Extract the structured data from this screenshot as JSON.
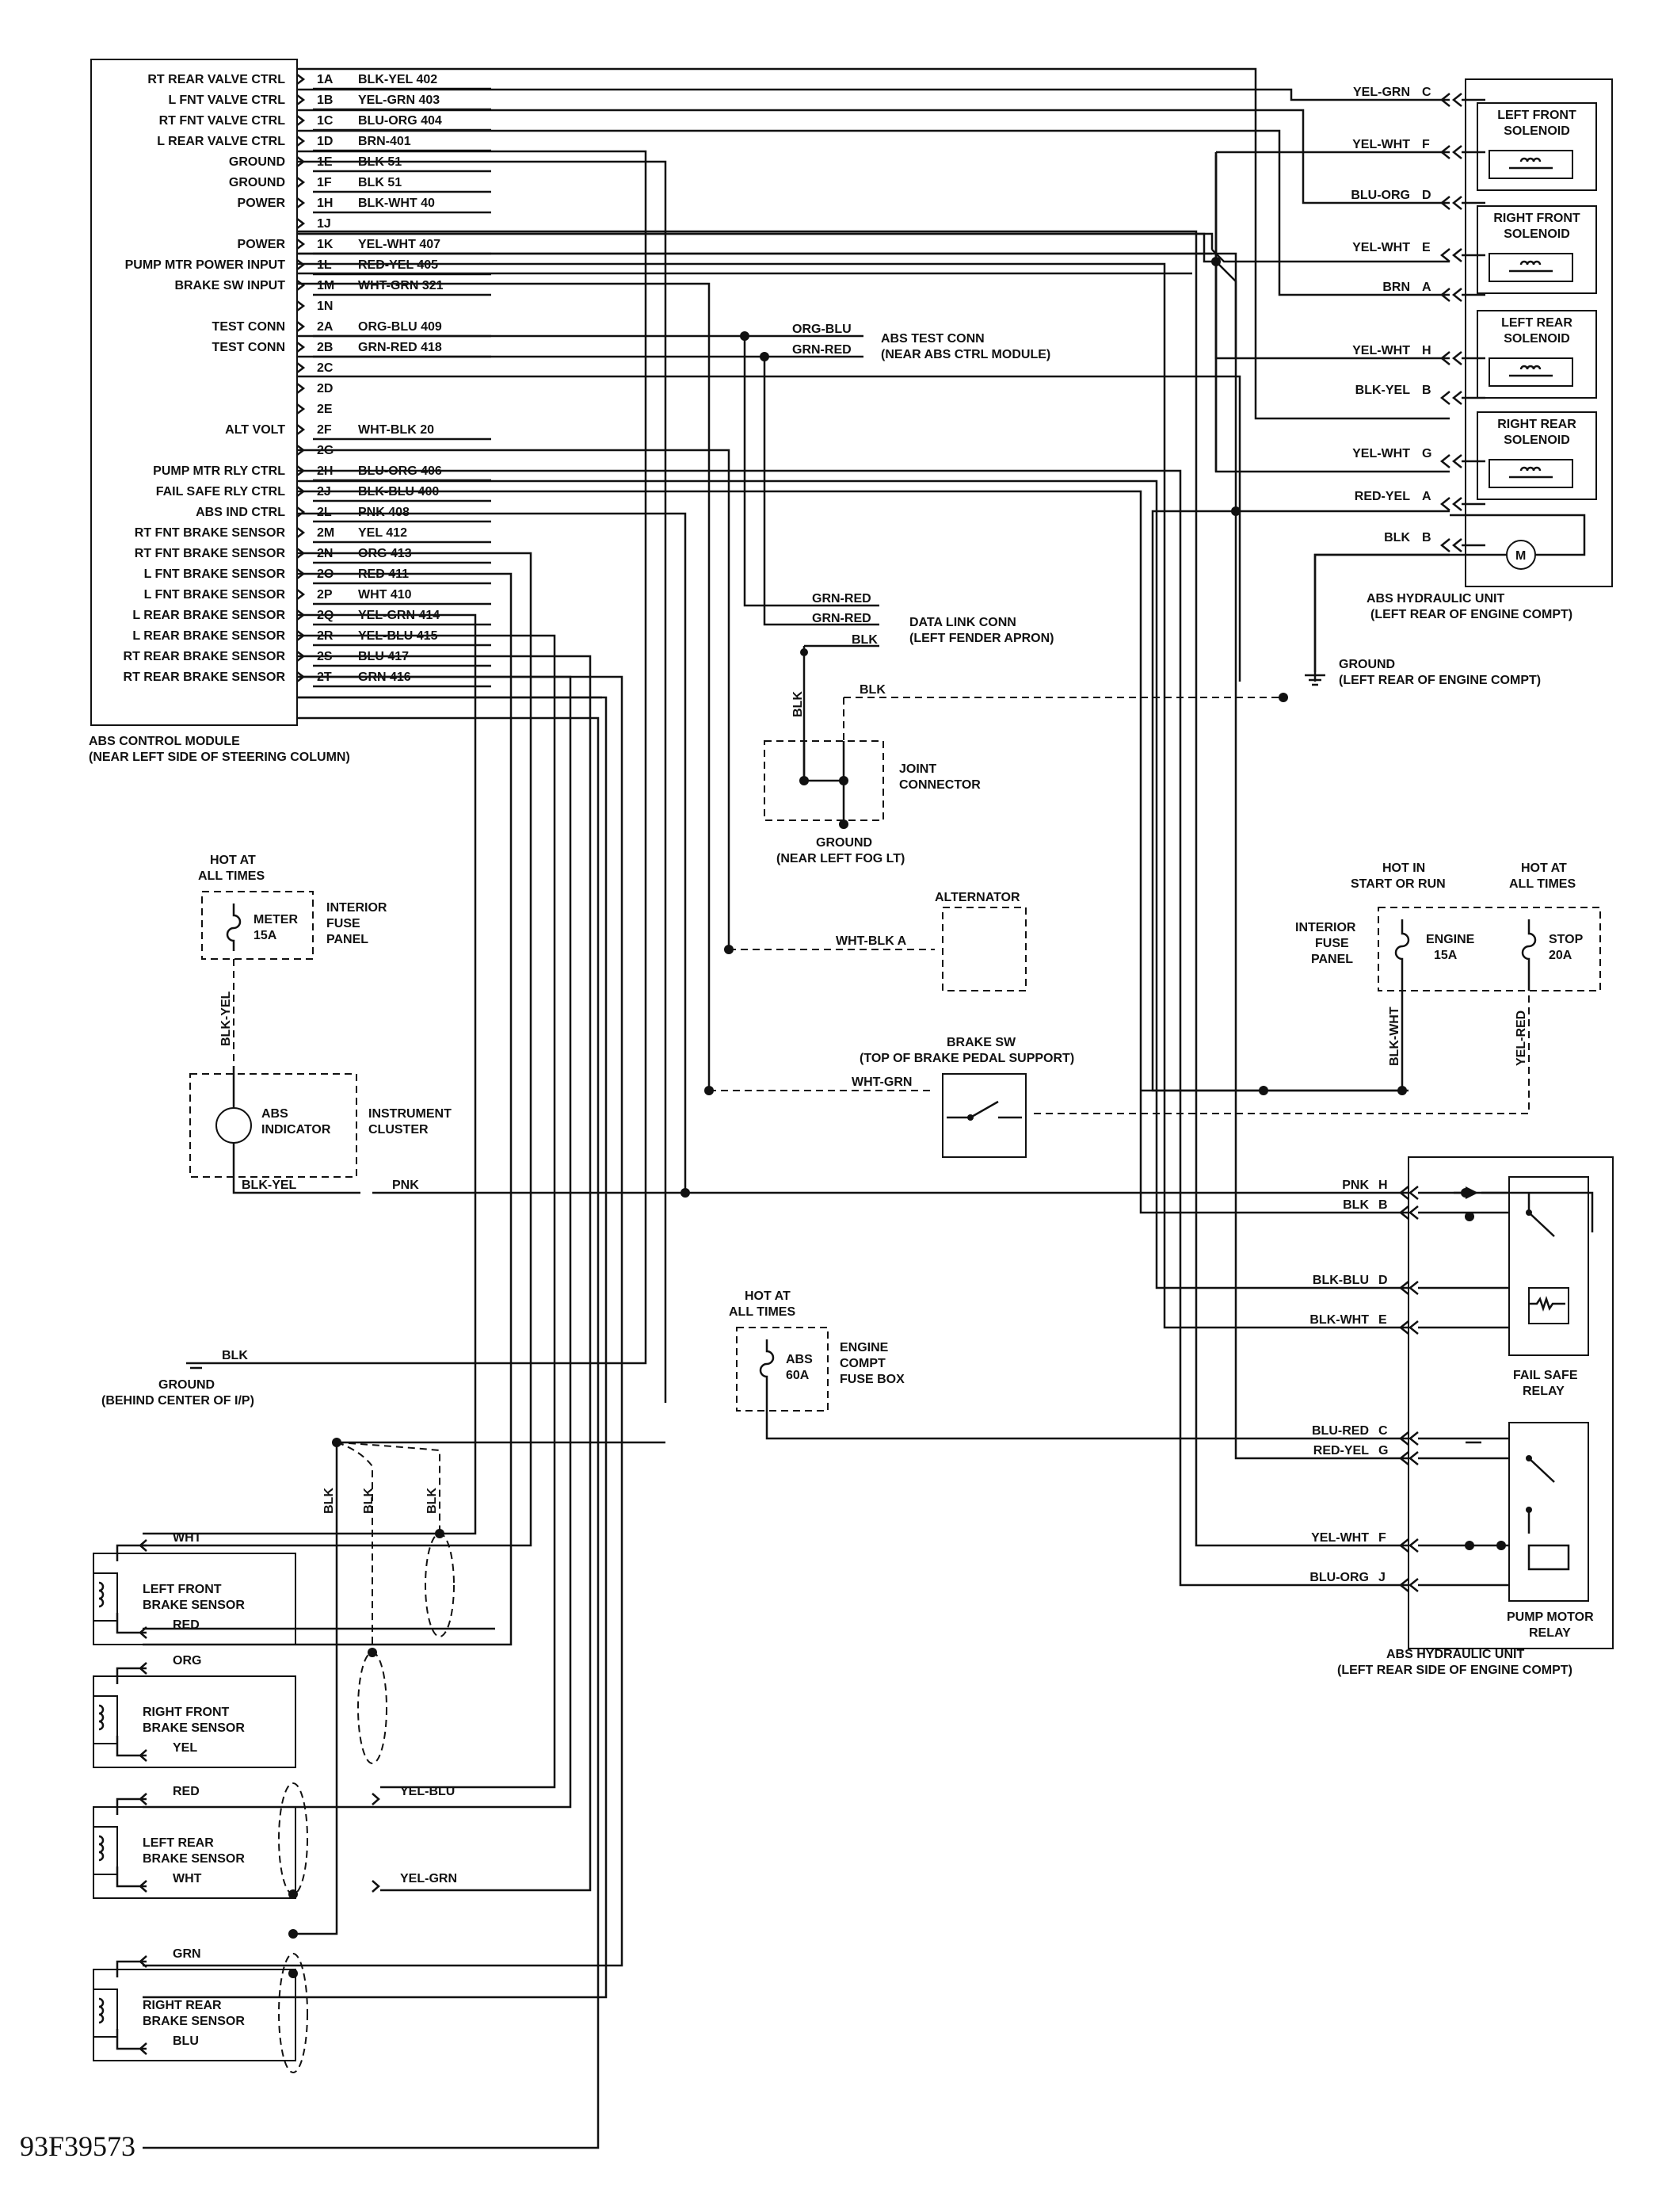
{
  "module": {
    "name": "ABS CONTROL MODULE",
    "location": "(NEAR LEFT SIDE OF STEERING COLUMN)",
    "pins": [
      {
        "pin": "1A",
        "func": "RT REAR VALVE CTRL",
        "wire": "BLK-YEL 402"
      },
      {
        "pin": "1B",
        "func": "L FNT VALVE CTRL",
        "wire": "YEL-GRN 403"
      },
      {
        "pin": "1C",
        "func": "RT FNT VALVE CTRL",
        "wire": "BLU-ORG 404"
      },
      {
        "pin": "1D",
        "func": "L REAR VALVE CTRL",
        "wire": "BRN-401"
      },
      {
        "pin": "1E",
        "func": "GROUND",
        "wire": "BLK 51"
      },
      {
        "pin": "1F",
        "func": "GROUND",
        "wire": "BLK 51"
      },
      {
        "pin": "1H",
        "func": "POWER",
        "wire": "BLK-WHT 40"
      },
      {
        "pin": "1J",
        "func": "",
        "wire": ""
      },
      {
        "pin": "1K",
        "func": "POWER",
        "wire": "YEL-WHT 407"
      },
      {
        "pin": "1L",
        "func": "PUMP MTR POWER INPUT",
        "wire": "RED-YEL 405"
      },
      {
        "pin": "1M",
        "func": "BRAKE SW INPUT",
        "wire": "WHT-GRN 321"
      },
      {
        "pin": "1N",
        "func": "",
        "wire": ""
      },
      {
        "pin": "2A",
        "func": "TEST CONN",
        "wire": "ORG-BLU 409"
      },
      {
        "pin": "2B",
        "func": "TEST CONN",
        "wire": "GRN-RED 418"
      },
      {
        "pin": "2C",
        "func": "",
        "wire": ""
      },
      {
        "pin": "2D",
        "func": "",
        "wire": ""
      },
      {
        "pin": "2E",
        "func": "",
        "wire": ""
      },
      {
        "pin": "2F",
        "func": "ALT VOLT",
        "wire": "WHT-BLK 20"
      },
      {
        "pin": "2G",
        "func": "",
        "wire": ""
      },
      {
        "pin": "2H",
        "func": "PUMP MTR RLY CTRL",
        "wire": "BLU-ORG 406"
      },
      {
        "pin": "2J",
        "func": "FAIL SAFE RLY CTRL",
        "wire": "BLK-BLU 400"
      },
      {
        "pin": "2L",
        "func": "ABS IND CTRL",
        "wire": "PNK 408"
      },
      {
        "pin": "2M",
        "func": "RT FNT BRAKE SENSOR",
        "wire": "YEL 412"
      },
      {
        "pin": "2N",
        "func": "RT FNT BRAKE SENSOR",
        "wire": "ORG 413"
      },
      {
        "pin": "2O",
        "func": "L FNT BRAKE SENSOR",
        "wire": "RED 411"
      },
      {
        "pin": "2P",
        "func": "L FNT BRAKE SENSOR",
        "wire": "WHT 410"
      },
      {
        "pin": "2Q",
        "func": "L REAR BRAKE SENSOR",
        "wire": "YEL-GRN 414"
      },
      {
        "pin": "2R",
        "func": "L REAR BRAKE SENSOR",
        "wire": "YEL-BLU 415"
      },
      {
        "pin": "2S",
        "func": "RT REAR BRAKE SENSOR",
        "wire": "BLU 417"
      },
      {
        "pin": "2T",
        "func": "RT REAR BRAKE SENSOR",
        "wire": "GRN 416"
      }
    ]
  },
  "hydraulic_upper": {
    "name": "ABS HYDRAULIC UNIT",
    "location": "(LEFT REAR OF ENGINE COMPT)",
    "connections": [
      {
        "wire": "YEL-GRN",
        "term": "C"
      },
      {
        "wire": "YEL-WHT",
        "term": "F"
      },
      {
        "wire": "BLU-ORG",
        "term": "D"
      },
      {
        "wire": "YEL-WHT",
        "term": "E"
      },
      {
        "wire": "BRN",
        "term": "A"
      },
      {
        "wire": "YEL-WHT",
        "term": "H"
      },
      {
        "wire": "BLK-YEL",
        "term": "B"
      },
      {
        "wire": "YEL-WHT",
        "term": "G"
      },
      {
        "wire": "RED-YEL",
        "term": "A"
      },
      {
        "wire": "BLK",
        "term": "B"
      }
    ],
    "solenoids": [
      {
        "line1": "LEFT FRONT",
        "line2": "SOLENOID"
      },
      {
        "line1": "RIGHT FRONT",
        "line2": "SOLENOID"
      },
      {
        "line1": "LEFT REAR",
        "line2": "SOLENOID"
      },
      {
        "line1": "RIGHT REAR",
        "line2": "SOLENOID"
      }
    ],
    "motor": "M"
  },
  "ground_engine": {
    "name": "GROUND",
    "location": "(LEFT REAR OF ENGINE COMPT)"
  },
  "test_conn": {
    "name": "ABS TEST CONN",
    "location": "(NEAR ABS CTRL MODULE)",
    "wires": [
      "ORG-BLU",
      "GRN-RED"
    ]
  },
  "data_link": {
    "name": "DATA LINK CONN",
    "location": "(LEFT FENDER APRON)",
    "wires": [
      "GRN-RED",
      "GRN-RED",
      "BLK"
    ]
  },
  "joint": {
    "name1": "JOINT",
    "name2": "CONNECTOR",
    "wire_left": "BLK",
    "wire_right": "BLK",
    "ground": "GROUND",
    "ground_location": "(NEAR LEFT FOG LT)"
  },
  "alternator": {
    "name": "ALTERNATOR",
    "wire": "WHT-BLK A"
  },
  "meter_fuse": {
    "hot1": "HOT AT",
    "hot2": "ALL TIMES",
    "fuse1": "METER",
    "fuse2": "15A",
    "panel1": "INTERIOR",
    "panel2": "FUSE",
    "panel3": "PANEL",
    "wire": "BLK-YEL"
  },
  "cluster": {
    "indicator1": "ABS",
    "indicator2": "INDICATOR",
    "name1": "INSTRUMENT",
    "name2": "CLUSTER",
    "wire_out": "BLK-YEL",
    "pnk": "PNK"
  },
  "right_fuses": {
    "hot_left1": "HOT IN",
    "hot_left2": "START OR RUN",
    "hot_right1": "HOT AT",
    "hot_right2": "ALL TIMES",
    "panel1": "INTERIOR",
    "panel2": "FUSE",
    "panel3": "PANEL",
    "engine1": "ENGINE",
    "engine2": "15A",
    "stop1": "STOP",
    "stop2": "20A",
    "wire_left": "BLK-WHT",
    "wire_right": "YEL-RED"
  },
  "brake_sw": {
    "name": "BRAKE SW",
    "location": "(TOP OF BRAKE PEDAL SUPPORT)",
    "wire": "WHT-GRN"
  },
  "abs_fuse": {
    "hot1": "HOT AT",
    "hot2": "ALL TIMES",
    "fuse1": "ABS",
    "fuse2": "60A",
    "box1": "ENGINE",
    "box2": "COMPT",
    "box3": "FUSE BOX"
  },
  "ground_ip": {
    "wire": "BLK",
    "name": "GROUND",
    "location": "(BEHIND CENTER OF I/P)",
    "blk": "BLK"
  },
  "hydraulic_lower": {
    "name": "ABS HYDRAULIC UNIT",
    "location": "(LEFT REAR SIDE OF ENGINE COMPT)",
    "connections": [
      {
        "wire": "PNK",
        "term": "H"
      },
      {
        "wire": "BLK",
        "term": "B"
      },
      {
        "wire": "BLK-BLU",
        "term": "D"
      },
      {
        "wire": "BLK-WHT",
        "term": "E"
      },
      {
        "wire": "BLU-RED",
        "term": "C"
      },
      {
        "wire": "RED-YEL",
        "term": "G"
      },
      {
        "wire": "YEL-WHT",
        "term": "F"
      },
      {
        "wire": "BLU-ORG",
        "term": "J"
      }
    ],
    "relay1_1": "FAIL SAFE",
    "relay1_2": "RELAY",
    "relay2_1": "PUMP MOTOR",
    "relay2_2": "RELAY"
  },
  "sensors": [
    {
      "line1": "LEFT FRONT",
      "line2": "BRAKE SENSOR",
      "top": "WHT",
      "bottom": "RED",
      "top_ext": "",
      "bottom_ext": ""
    },
    {
      "line1": "RIGHT FRONT",
      "line2": "BRAKE SENSOR",
      "top": "ORG",
      "bottom": "YEL",
      "top_ext": "",
      "bottom_ext": ""
    },
    {
      "line1": "LEFT REAR",
      "line2": "BRAKE SENSOR",
      "top": "RED",
      "bottom": "WHT",
      "top_ext": "YEL-BLU",
      "bottom_ext": "YEL-GRN"
    },
    {
      "line1": "RIGHT REAR",
      "line2": "BRAKE SENSOR",
      "top": "GRN",
      "bottom": "BLU",
      "top_ext": "",
      "bottom_ext": ""
    }
  ],
  "figure_id": "93F39573"
}
